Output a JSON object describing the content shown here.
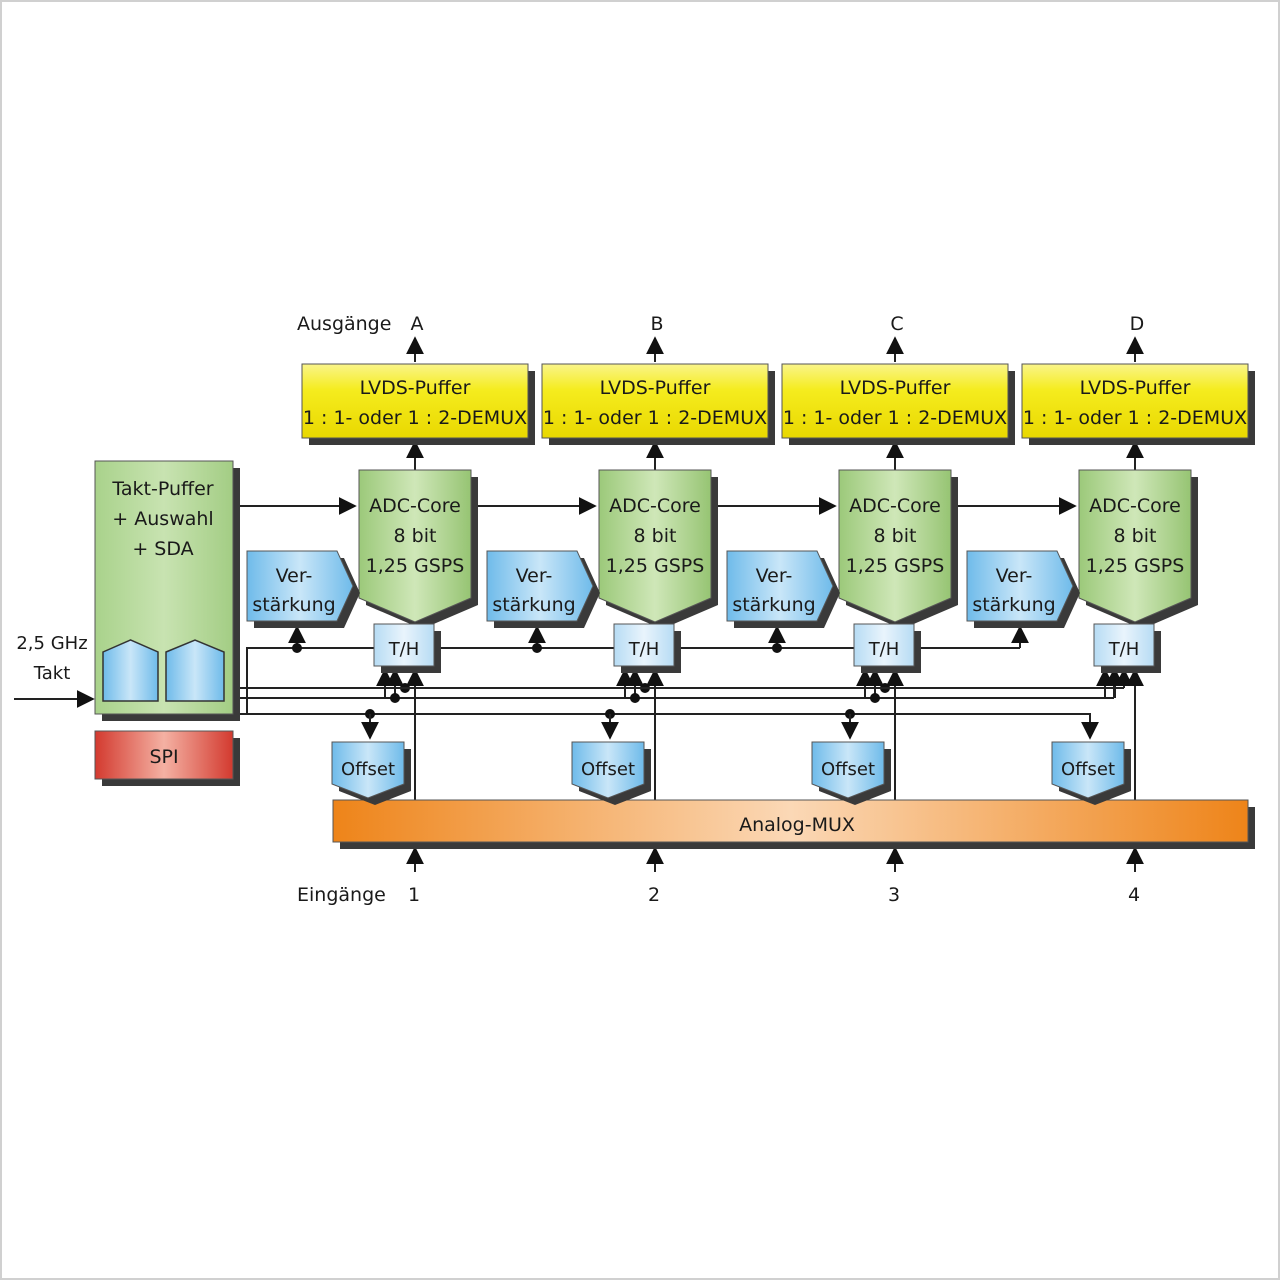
{
  "labels": {
    "outputs": "Ausgänge",
    "inputs": "Eingänge",
    "clock_freq": "2,5 GHz",
    "clock": "Takt"
  },
  "clock_buffer": {
    "line1": "Takt-Puffer",
    "line2": "+ Auswahl",
    "line3": "+ SDA"
  },
  "spi": "SPI",
  "analog_mux": "Analog-MUX",
  "lvds": {
    "line1": "LVDS-Puffer",
    "line2": "1 : 1- oder 1 : 2-DEMUX"
  },
  "adc": {
    "line1": "ADC-Core",
    "line2": "8 bit",
    "line3": "1,25 GSPS"
  },
  "gain": {
    "line1": "Ver-",
    "line2": "stärkung"
  },
  "th": "T/H",
  "offset": "Offset",
  "channels": [
    {
      "output": "A",
      "input": "1"
    },
    {
      "output": "B",
      "input": "2"
    },
    {
      "output": "C",
      "input": "3"
    },
    {
      "output": "D",
      "input": "4"
    }
  ],
  "colors": {
    "lvds_yellow": "#f5ec1e",
    "adc_green": "#a6cf85",
    "block_blue": "#8ccbef",
    "th_blue": "#cfe6f7",
    "mux_orange": "#f08a1e",
    "spi_red": "#d9473a"
  }
}
